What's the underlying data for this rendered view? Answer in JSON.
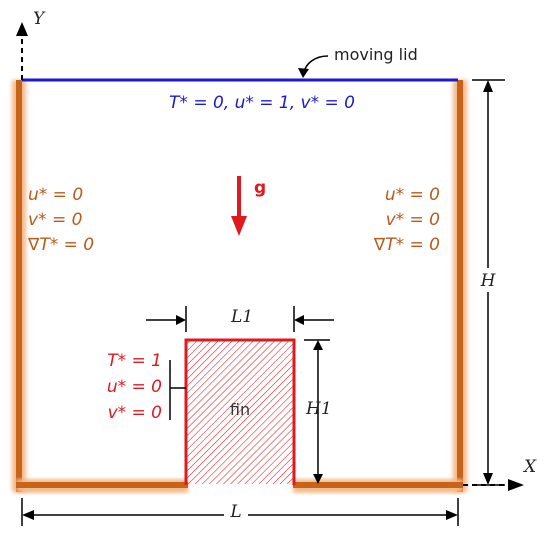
{
  "axes": {
    "y_label": "Y",
    "x_label": "X"
  },
  "lid": {
    "label": "moving lid",
    "bc": "T* = 0, u* = 1, v* = 0"
  },
  "left_wall_bc": [
    "u* = 0",
    "v* = 0",
    "∇T* = 0"
  ],
  "right_wall_bc": [
    "u* = 0",
    "v* = 0",
    "∇T* = 0"
  ],
  "fin": {
    "label": "fin",
    "bc": [
      "T* = 1",
      "u* = 0",
      "v* = 0"
    ]
  },
  "gravity_label": "g",
  "dimensions": {
    "cavity_width": "L",
    "cavity_height": "H",
    "fin_width": "L1",
    "fin_height": "H1"
  },
  "colors": {
    "lid": "#1a1ad6",
    "wall": "#c8641a",
    "fin": "#e0191e",
    "black": "#000000"
  }
}
